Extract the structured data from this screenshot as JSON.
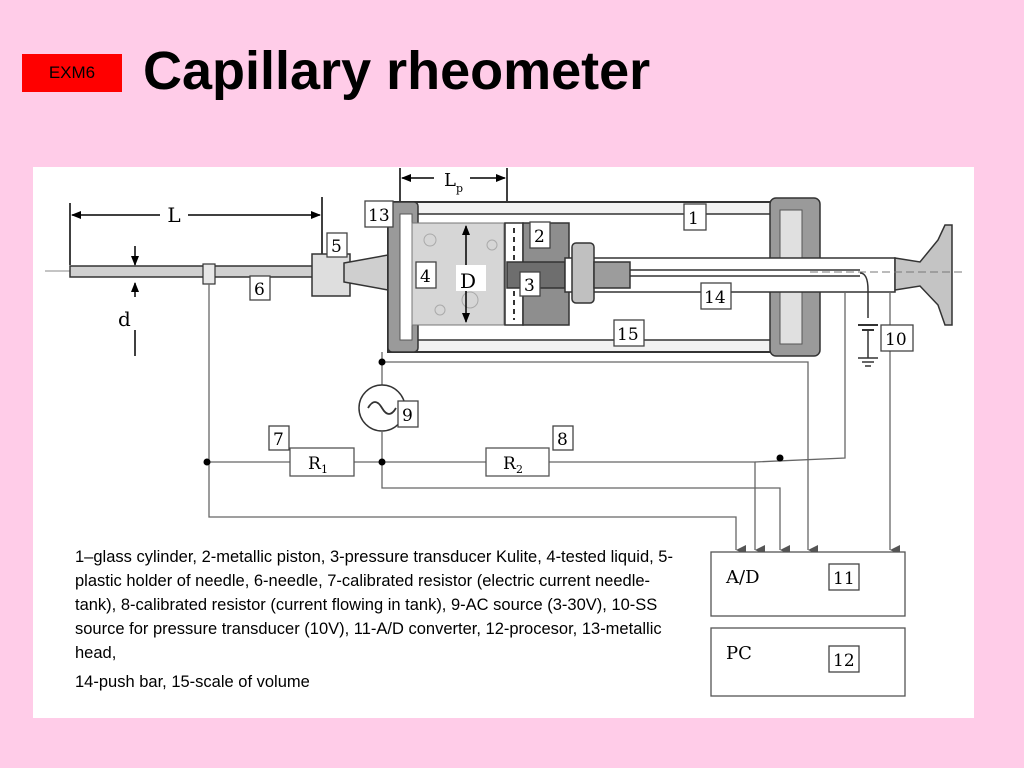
{
  "slide": {
    "badge": "EXM6",
    "title": "Capillary rheometer"
  },
  "diagram": {
    "dimension_labels": {
      "L": "L",
      "Lp": "L",
      "Lp_sub": "p",
      "d": "d",
      "D": "D"
    },
    "callouts": {
      "c1": "1",
      "c2": "2",
      "c3": "3",
      "c4": "4",
      "c5": "5",
      "c6": "6",
      "c7": "7",
      "c8": "8",
      "c9": "9",
      "c10": "10",
      "c11": "11",
      "c12": "12",
      "c13": "13",
      "c14": "14",
      "c15": "15"
    },
    "resistors": {
      "r1": "R",
      "r1_sub": "1",
      "r2": "R",
      "r2_sub": "2"
    },
    "boxes": {
      "ad": "A/D",
      "pc": "PC"
    },
    "caption_line1": "1–glass cylinder, 2-metallic piston, 3-pressure transducer Kulite, 4-tested liquid, 5-plastic holder of needle, 6-needle, 7-calibrated resistor (electric current needle-tank), 8-calibrated resistor (current flowing in tank), 9-AC source (3-30V), 10-SS source for pressure transducer (10V), 11-A/D converter, 12-procesor, 13-metallic head,",
    "caption_line2": "14-push bar, 15-scale of volume"
  }
}
